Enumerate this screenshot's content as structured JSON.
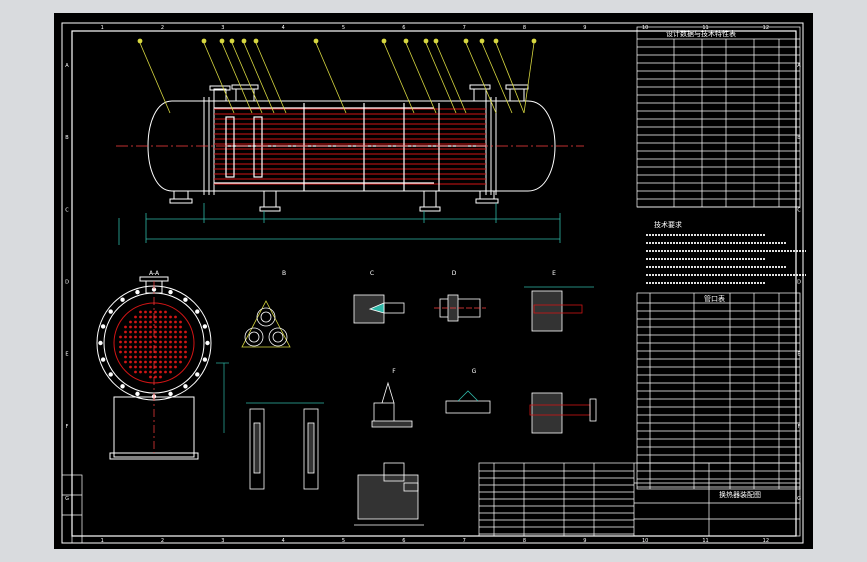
{
  "drawing": {
    "title_block_name": "换热器装配图",
    "border_numbers_top": [
      "1",
      "2",
      "3",
      "4",
      "5",
      "6",
      "7",
      "8",
      "9",
      "10",
      "11",
      "12"
    ],
    "border_letters_side": [
      "A",
      "B",
      "C",
      "D",
      "E",
      "F",
      "G"
    ],
    "tech_table_title": "设计数据与技术特性表",
    "tech_requirements_title": "技术要求",
    "parts_list_title": "管口表",
    "section_labels": [
      "A-A",
      "B",
      "C",
      "D",
      "E",
      "F",
      "G"
    ],
    "colors": {
      "background": "#000000",
      "frame": "#ffffff",
      "tubes": "#d01515",
      "dims": "#2fb8a8",
      "leaders": "#d8d840",
      "bluelines": "#2a4cff"
    }
  }
}
